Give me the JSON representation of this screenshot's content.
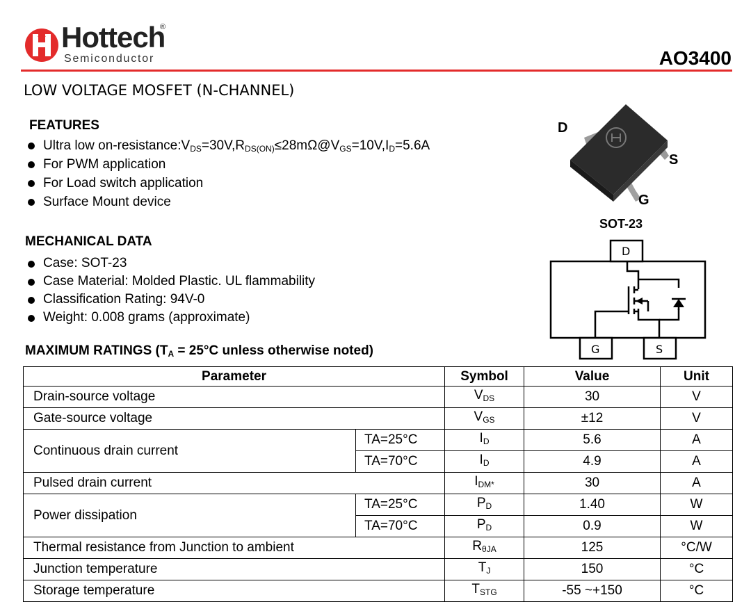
{
  "header": {
    "logo_text": "Hottech",
    "logo_registered": "®",
    "logo_subtext": "Semiconductor",
    "part_number": "AO3400",
    "brand_color": "#e32b2b"
  },
  "document_title": "LOW VOLTAGE MOSFET  (N-CHANNEL)",
  "features": {
    "title": "FEATURES",
    "items": [
      "Ultra low on-resistance:V",
      "For PWM  application",
      "For Load switch application",
      "Surface Mount device"
    ],
    "item1_parts": {
      "a": "Ultra low on-resistance:V",
      "a_sub": "DS",
      "b": "=30V,R",
      "b_sub": "DS(ON)",
      "c": "≤28mΩ@V",
      "c_sub": "GS",
      "d": "=10V,I",
      "d_sub": "D",
      "e": "=5.6A"
    }
  },
  "package": {
    "pin_d": "D",
    "pin_s": "S",
    "pin_g": "G",
    "label": "SOT-23"
  },
  "schematic": {
    "pin_d": "D",
    "pin_g": "G",
    "pin_s": "S"
  },
  "mechanical": {
    "title": "MECHANICAL DATA",
    "items": [
      "Case: SOT-23",
      "Case Material: Molded Plastic. UL flammability",
      "Classification Rating: 94V-0",
      "Weight: 0.008 grams (approximate)"
    ]
  },
  "ratings": {
    "title_pre": "MAXIMUM  RATINGS (T",
    "title_sub": "A",
    "title_post": " = 25°C unless otherwise noted)",
    "headers": {
      "parameter": "Parameter",
      "symbol": "Symbol",
      "value": "Value",
      "unit": "Unit"
    },
    "rows": [
      {
        "parameter": "Drain-source voltage",
        "condition": "",
        "symbol": "V",
        "symbol_sub": "DS",
        "value": "30",
        "unit": "V"
      },
      {
        "parameter": "Gate-source voltage",
        "condition": "",
        "symbol": "V",
        "symbol_sub": "GS",
        "value": "±12",
        "unit": "V"
      },
      {
        "parameter": "Continuous drain current",
        "condition": "TA=25°C",
        "symbol": "I",
        "symbol_sub": "D",
        "value": "5.6",
        "unit": "A"
      },
      {
        "parameter": "",
        "condition": "TA=70°C",
        "symbol": "I",
        "symbol_sub": "D",
        "value": "4.9",
        "unit": "A"
      },
      {
        "parameter": "Pulsed drain current",
        "condition": "",
        "symbol": "I",
        "symbol_sub": "DM*",
        "value": "30",
        "unit": "A"
      },
      {
        "parameter": "Power dissipation",
        "condition": "TA=25°C",
        "symbol": "P",
        "symbol_sub": "D",
        "value": "1.40",
        "unit": "W"
      },
      {
        "parameter": "",
        "condition": "TA=70°C",
        "symbol": "P",
        "symbol_sub": "D",
        "value": "0.9",
        "unit": "W"
      },
      {
        "parameter": "Thermal resistance from Junction to ambient",
        "condition": "",
        "symbol": "R",
        "symbol_sub": "θJA",
        "value": "125",
        "unit": "°C/W"
      },
      {
        "parameter": "Junction temperature",
        "condition": "",
        "symbol": "T",
        "symbol_sub": "J",
        "value": "150",
        "unit": "°C"
      },
      {
        "parameter": "Storage temperature",
        "condition": "",
        "symbol": "T",
        "symbol_sub": "STG",
        "value": "-55 ~+150",
        "unit": "°C"
      }
    ]
  }
}
